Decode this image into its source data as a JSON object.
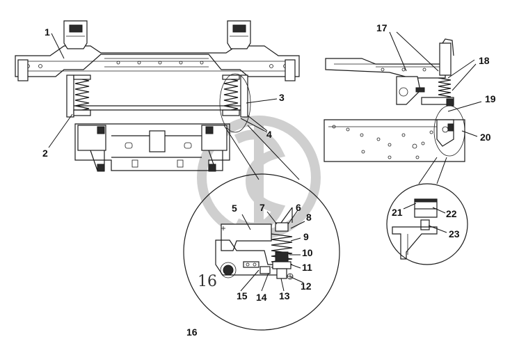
{
  "diagram": {
    "callouts": {
      "c1": "1",
      "c2": "2",
      "c3": "3",
      "c4": "4",
      "c5": "5",
      "c6": "6",
      "c7": "7",
      "c8": "8",
      "c9": "9",
      "c10": "10",
      "c11": "11",
      "c12": "12",
      "c13": "13",
      "c14": "14",
      "c15": "15",
      "c16_inner": "16",
      "c16_bottom": "16",
      "c17": "17",
      "c18": "18",
      "c19": "19",
      "c20": "20",
      "c21": "21",
      "c22": "22",
      "c23": "23"
    },
    "colors": {
      "line": "#1a1a1a",
      "watermark": "#cfcfcf",
      "background": "#ffffff"
    }
  }
}
